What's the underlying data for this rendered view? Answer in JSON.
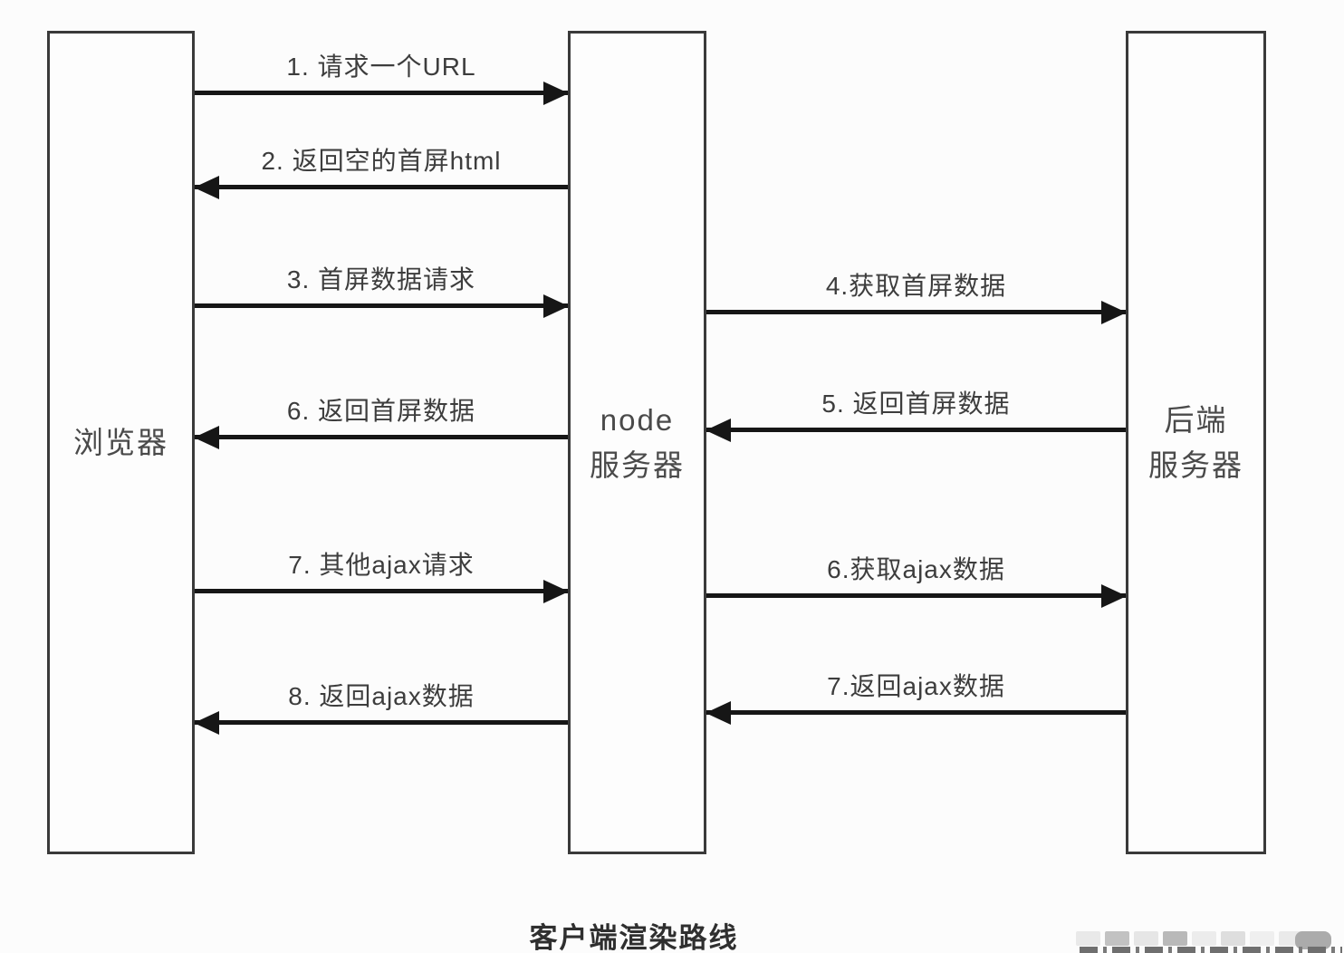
{
  "diagram_title": "客户端渲染路线",
  "nodes": {
    "browser": {
      "label": "浏览器"
    },
    "node_server": {
      "line1": "node",
      "line2": "服务器"
    },
    "backend_server": {
      "line1": "后端",
      "line2": "服务器"
    }
  },
  "messages": {
    "browser_node": [
      {
        "label": "1. 请求一个URL",
        "direction": "right",
        "from": "浏览器",
        "to": "node 服务器"
      },
      {
        "label": "2. 返回空的首屏html",
        "direction": "left",
        "from": "node 服务器",
        "to": "浏览器"
      },
      {
        "label": "3. 首屏数据请求",
        "direction": "right",
        "from": "浏览器",
        "to": "node 服务器"
      },
      {
        "label": "6. 返回首屏数据",
        "direction": "left",
        "from": "node 服务器",
        "to": "浏览器"
      },
      {
        "label": "7. 其他ajax请求",
        "direction": "right",
        "from": "浏览器",
        "to": "node 服务器"
      },
      {
        "label": "8. 返回ajax数据",
        "direction": "left",
        "from": "node 服务器",
        "to": "浏览器"
      }
    ],
    "node_backend": [
      {
        "label": "4.获取首屏数据",
        "direction": "right",
        "from": "node 服务器",
        "to": "后端服务器"
      },
      {
        "label": "5. 返回首屏数据",
        "direction": "left",
        "from": "后端服务器",
        "to": "node 服务器"
      },
      {
        "label": "6.获取ajax数据",
        "direction": "right",
        "from": "node 服务器",
        "to": "后端服务器"
      },
      {
        "label": "7.返回ajax数据",
        "direction": "left",
        "from": "后端服务器",
        "to": "node 服务器"
      }
    ]
  },
  "colors": {
    "background": "#fcfcfc",
    "box_border": "#3a3a3a",
    "arrow": "#161616",
    "label_text": "#3d3d3d",
    "box_text": "#4a4a4a",
    "watermark_blocks": [
      "#e9e9e9",
      "#c2c2c2",
      "#e6e6e6",
      "#b9b9b9",
      "#ececec",
      "#dedede",
      "#efefef",
      "#eaeaea",
      "#ababab"
    ]
  }
}
